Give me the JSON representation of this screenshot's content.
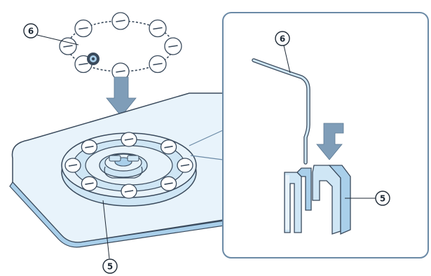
{
  "colors": {
    "line": "#3a4a5c",
    "fill_light": "#e8f3fb",
    "fill_mid": "#cfe6f5",
    "fill_dark": "#a9cfea",
    "arrow": "#7f9db8",
    "panel_border": "#6b8aa6"
  },
  "callouts": {
    "ring_top_left": "6",
    "detail_top": "6",
    "detail_right": "5",
    "bottom_base": "5"
  }
}
